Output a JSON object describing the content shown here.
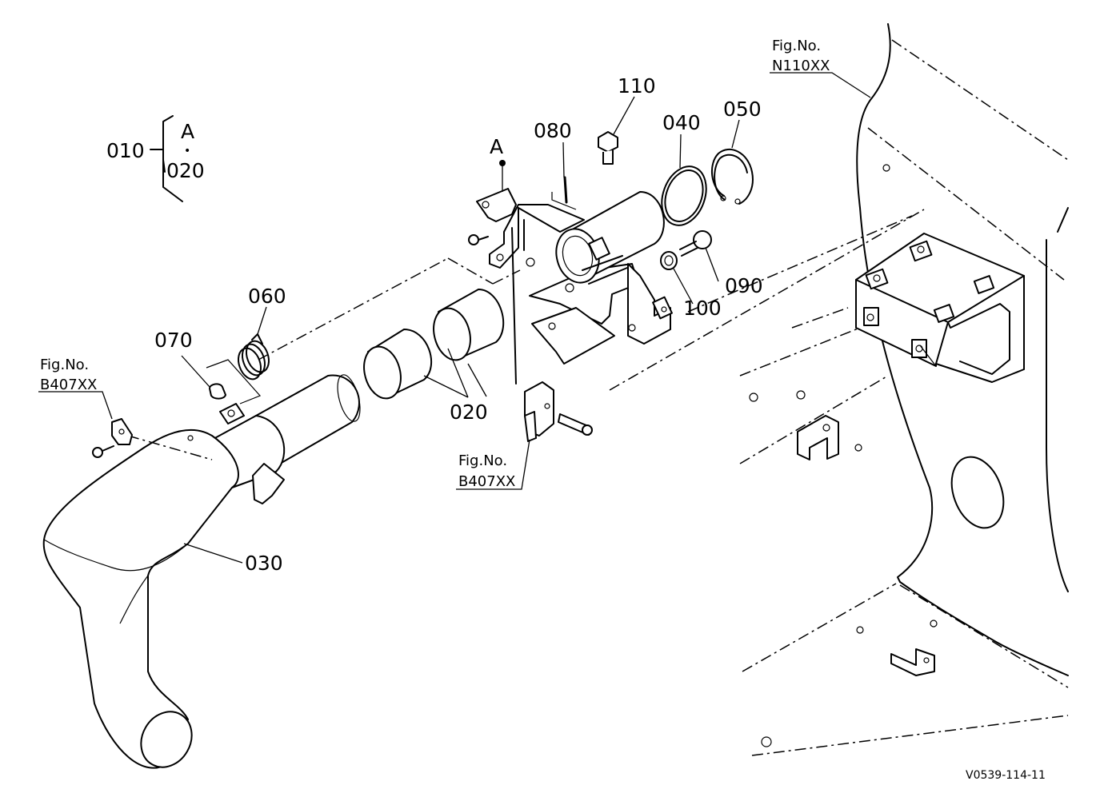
{
  "labels": {
    "p010": "010",
    "p020_group": "020",
    "p020": "020",
    "p030": "030",
    "p040": "040",
    "p050": "050",
    "p060": "060",
    "p070": "070",
    "p080": "080",
    "p090": "090",
    "p100": "100",
    "p110": "110",
    "a_group": "A",
    "a_point": "A",
    "group_dot": "•"
  },
  "figrefs": {
    "n110_title": "Fig.No.",
    "n110_code": "N110XX",
    "b407_left_title": "Fig.No.",
    "b407_left_code": "B407XX",
    "b407_mid_title": "Fig.No.",
    "b407_mid_code": "B407XX"
  },
  "drawing_id": "V0539-114-11"
}
